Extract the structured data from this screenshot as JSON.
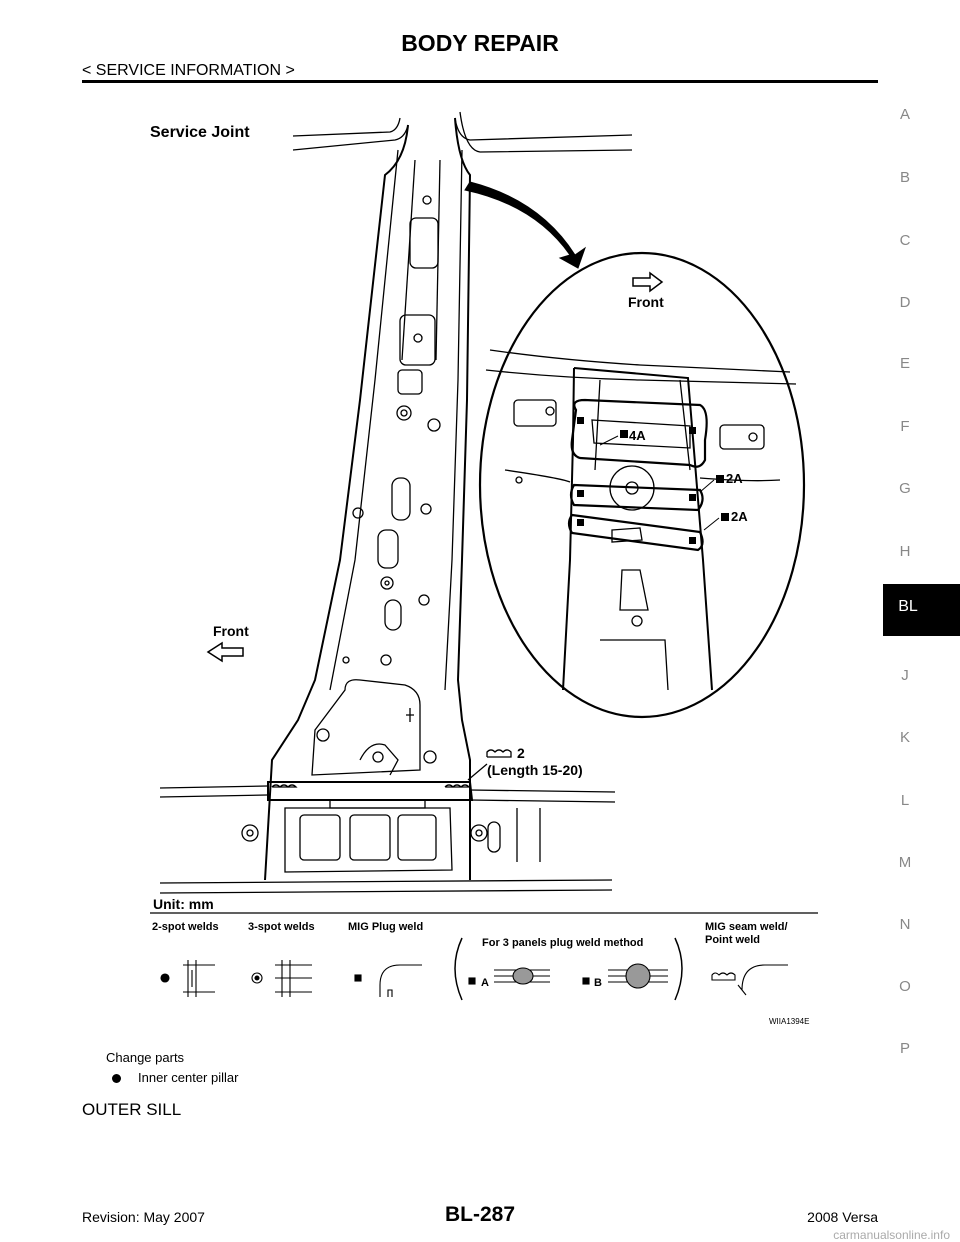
{
  "header": {
    "title": "BODY REPAIR",
    "section": "< SERVICE INFORMATION >"
  },
  "side_tabs": {
    "letters": [
      "A",
      "B",
      "C",
      "D",
      "E",
      "F",
      "G",
      "H",
      "J",
      "K",
      "L",
      "M",
      "N",
      "O",
      "P"
    ],
    "active": "BL"
  },
  "figure": {
    "title": "Service Joint",
    "front_top": "Front",
    "front_left": "Front",
    "weld_4a": "4A",
    "weld_2a_1": "2A",
    "weld_2a_2": "2A",
    "seam_count": "2",
    "seam_length": "(Length 15-20)",
    "unit": "Unit: mm",
    "legend": {
      "two_spot": "2-spot welds",
      "three_spot": "3-spot welds",
      "mig_plug": "MIG Plug weld",
      "three_panels": "For 3 panels plug weld method",
      "method_a": "A",
      "method_b": "B",
      "mig_seam_1": "MIG seam weld/",
      "mig_seam_2": "Point weld"
    },
    "code": "WIIA1394E"
  },
  "body": {
    "change_parts": "Change parts",
    "bullet": "Inner center pillar",
    "next_section": "OUTER SILL"
  },
  "footer": {
    "revision": "Revision: May 2007",
    "page": "BL-287",
    "model": "2008 Versa",
    "watermark": "carmanualsonline.info"
  }
}
